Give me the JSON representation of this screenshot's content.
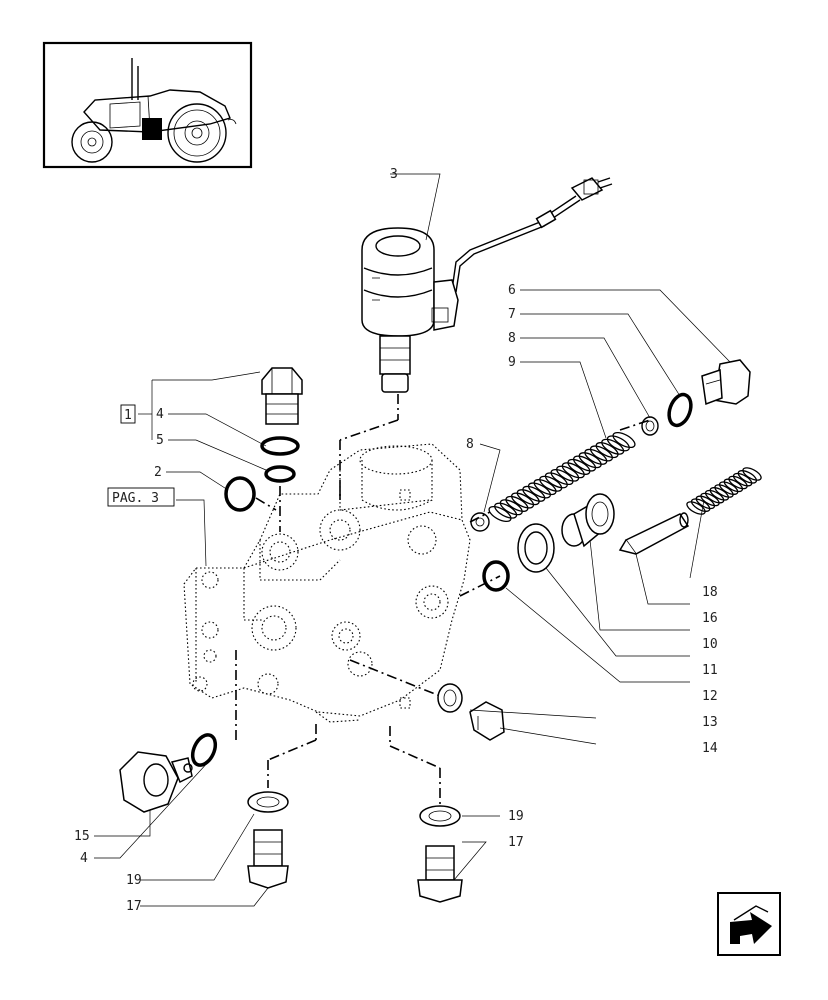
{
  "callouts": {
    "c1": "1",
    "c2": "2",
    "c3": "3",
    "c4a": "4",
    "c4b": "4",
    "c5": "5",
    "c6": "6",
    "c7": "7",
    "c8a": "8",
    "c8b": "8",
    "c9": "9",
    "c10": "10",
    "c11": "11",
    "c12": "12",
    "c13": "13",
    "c14": "14",
    "c15": "15",
    "c16": "16",
    "c17a": "17",
    "c17b": "17",
    "c18": "18",
    "c19a": "19",
    "c19b": "19",
    "pag": "PAG. 3"
  },
  "icons": {
    "thumbnail": "tractor-thumbnail-icon",
    "nav": "next-page-arrow-icon"
  }
}
